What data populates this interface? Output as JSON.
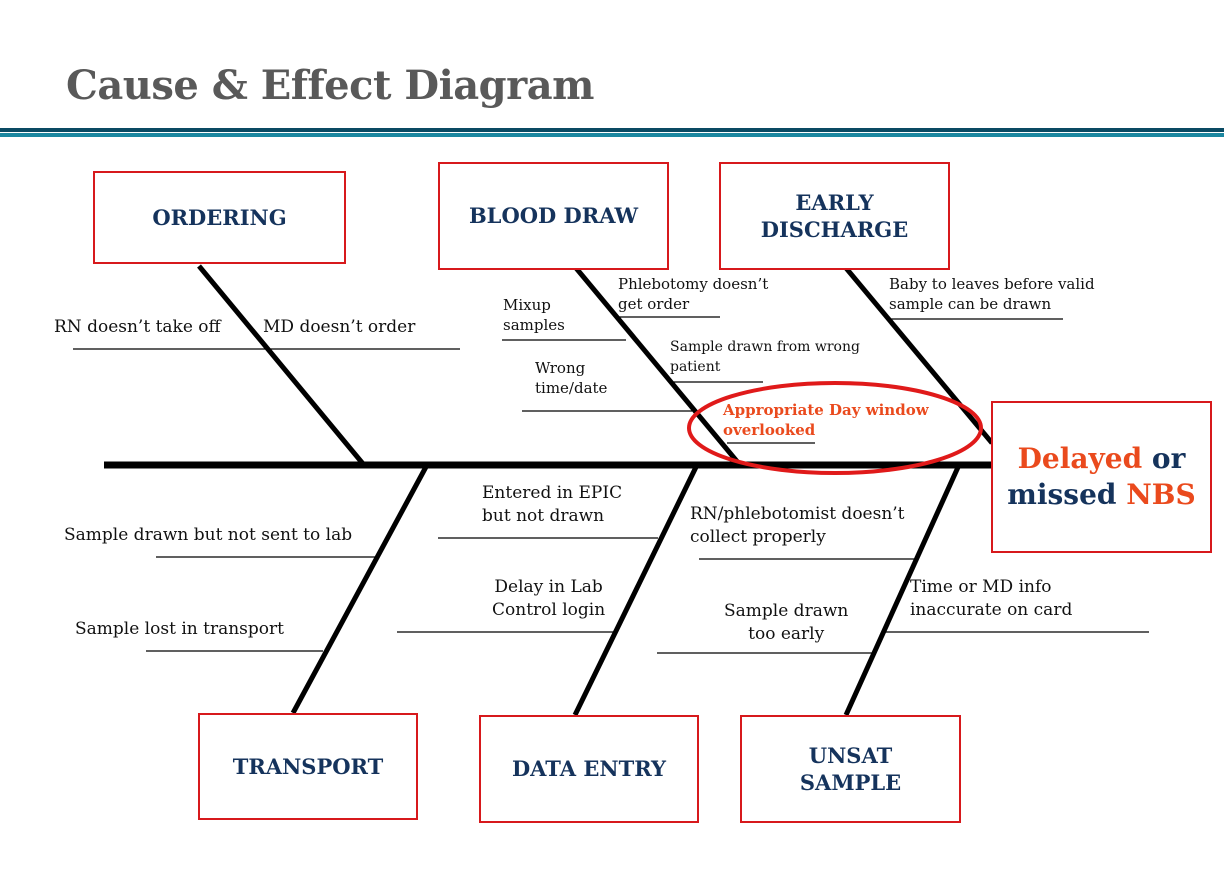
{
  "title": "Cause & Effect Diagram",
  "colors": {
    "title": "#595959",
    "rule_dark": "#0a4a63",
    "rule_light": "#1b87a0",
    "box_border": "#d7191c",
    "category_text": "#15335c",
    "highlight": "#ea4a1d",
    "bone": "#000000"
  },
  "effect": {
    "part1": "Delayed",
    "part2": " or",
    "part3": "missed",
    "part4": " NBS"
  },
  "categories": {
    "ordering": "ORDERING",
    "blood_draw": "BLOOD DRAW",
    "early_discharge_line1": "EARLY",
    "early_discharge_line2": "DISCHARGE",
    "transport": "TRANSPORT",
    "data_entry": "DATA ENTRY",
    "unsat_line1": "UNSAT",
    "unsat_line2": "SAMPLE"
  },
  "causes": {
    "ordering": [
      "RN doesn’t take off",
      "MD doesn’t order"
    ],
    "blood_draw": {
      "mixup_l1": "Mixup",
      "mixup_l2": "samples",
      "phleb_l1": "Phlebotomy doesn’t",
      "phleb_l2": "get order",
      "wrong_patient_l1": "Sample drawn from wrong",
      "wrong_patient_l2": "patient",
      "wrong_time_l1": "Wrong",
      "wrong_time_l2": "time/date",
      "highlight_l1": "Appropriate Day window",
      "highlight_l2": "overlooked"
    },
    "early_discharge": {
      "baby_l1": "Baby to leaves before valid",
      "baby_l2": "sample can be drawn"
    },
    "transport": [
      "Sample drawn but not sent to lab",
      "Sample lost in transport"
    ],
    "data_entry": {
      "epic_l1": "Entered in EPIC",
      "epic_l2": "but not drawn",
      "delay_l1": "Delay in Lab",
      "delay_l2": "Control login"
    },
    "unsat_sample": {
      "collect_l1": "RN/phlebotomist doesn’t",
      "collect_l2": "collect properly",
      "early_l1": "Sample drawn",
      "early_l2": "too early",
      "info_l1": "Time or MD info",
      "info_l2": "inaccurate on card"
    }
  }
}
